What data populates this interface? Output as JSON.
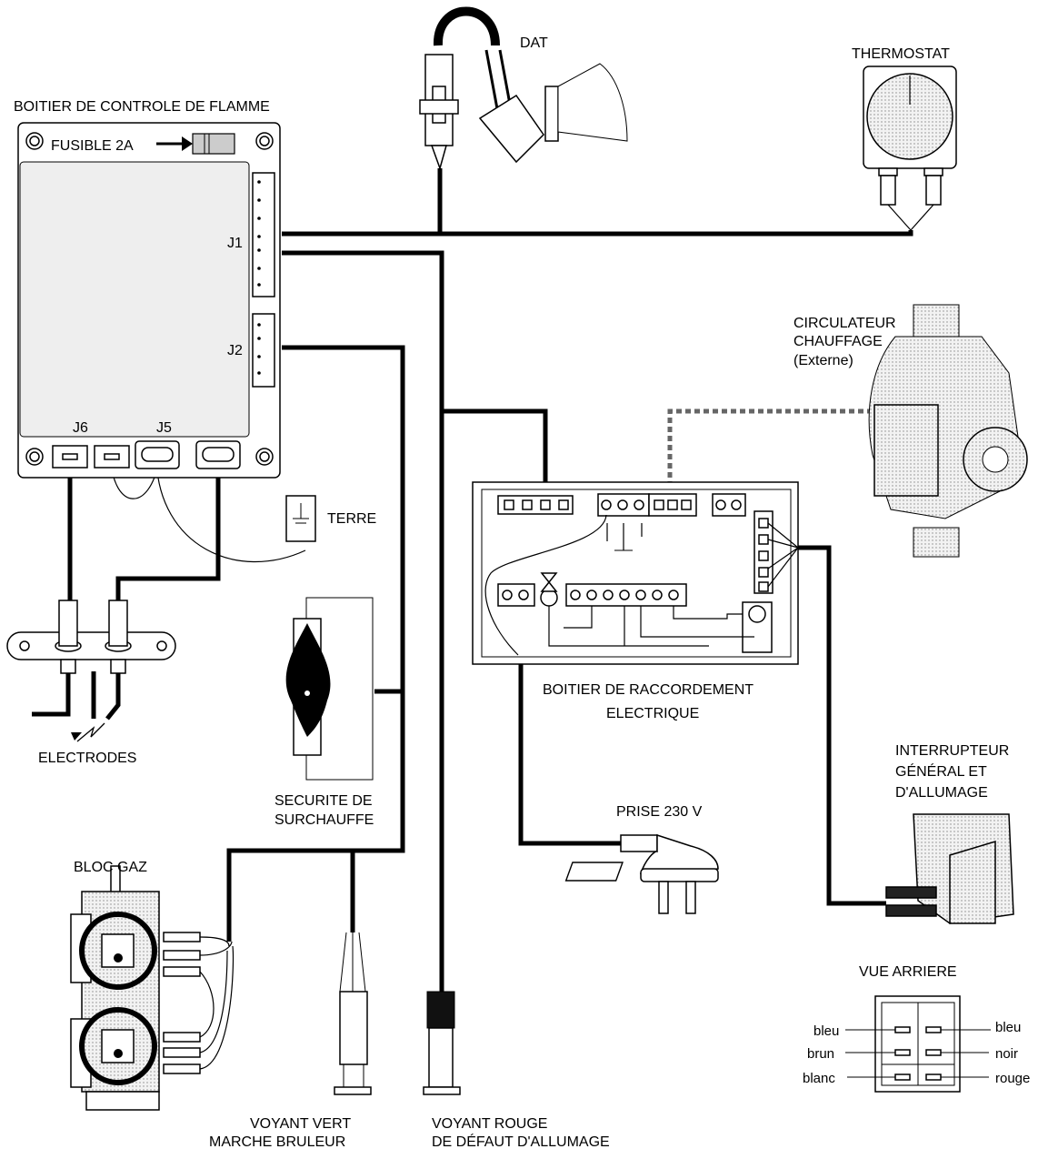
{
  "labels": {
    "flame_box": "BOITIER DE CONTROLE DE FLAMME",
    "fuse": "FUSIBLE 2A",
    "j1": "J1",
    "j2": "J2",
    "j5": "J5",
    "j6": "J6",
    "dat": "DAT",
    "thermostat": "THERMOSTAT",
    "circulator_l1": "CIRCULATEUR",
    "circulator_l2": "CHAUFFAGE",
    "circulator_l3": "(Externe)",
    "earth": "TERRE",
    "electrodes": "ELECTRODES",
    "overheat_l1": "SECURITE DE",
    "overheat_l2": "SURCHAUFFE",
    "junction_l1": "BOITIER  DE RACCORDEMENT",
    "junction_l2": "ELECTRIQUE",
    "switch_l1": "INTERRUPTEUR",
    "switch_l2": "GÉNÉRAL ET",
    "switch_l3": "D'ALLUMAGE",
    "plug": "PRISE 230 V",
    "gas_block": "BLOC GAZ",
    "green_l1": "VOYANT VERT",
    "green_l2": "MARCHE BRULEUR",
    "red_l1": "VOYANT ROUGE",
    "red_l2": "DE DÉFAUT D'ALLUMAGE",
    "rear_view": "VUE ARRIERE",
    "wire_bleu_left": "bleu",
    "wire_brun": "brun",
    "wire_blanc": "blanc",
    "wire_bleu_right": "bleu",
    "wire_noir": "noir",
    "wire_rouge": "rouge"
  }
}
